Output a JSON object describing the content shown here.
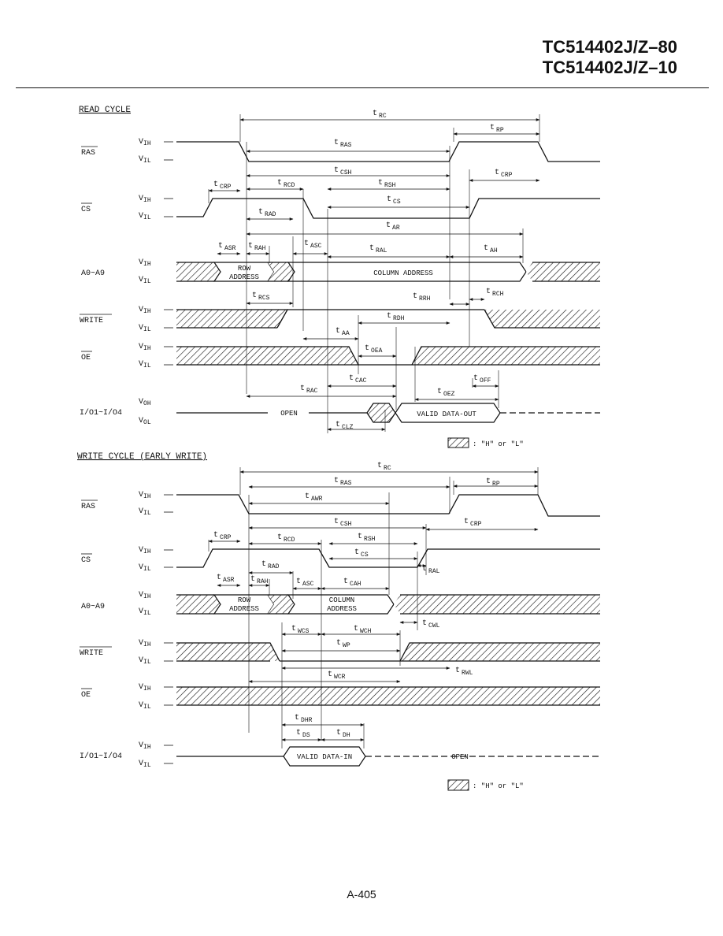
{
  "header": {
    "part_80": "TC514402J/Z–80",
    "part_10": "TC514402J/Z–10",
    "page_number": "A-405"
  },
  "read_cycle": {
    "title": "READ CYCLE",
    "signals": {
      "ras": "RAS",
      "cs": "CS",
      "addr": "A0~A9",
      "write": "WRITE",
      "oe": "OE",
      "io": "I/O1~I/O4"
    },
    "levels": {
      "vih": "V",
      "vih_sub": "IH",
      "vil": "V",
      "vil_sub": "IL",
      "voh": "V",
      "voh_sub": "OH",
      "vol": "V",
      "vol_sub": "OL"
    },
    "labels": {
      "row_address_1": "ROW",
      "row_address_2": "ADDRESS",
      "column_address": "COLUMN ADDRESS",
      "open": "OPEN",
      "valid_data_out": "VALID DATA-OUT"
    },
    "params": [
      {
        "t": "t",
        "s": "RC"
      },
      {
        "t": "t",
        "s": "RP"
      },
      {
        "t": "t",
        "s": "RAS"
      },
      {
        "t": "t",
        "s": "CSH"
      },
      {
        "t": "t",
        "s": "CRP"
      },
      {
        "t": "t",
        "s": "CRP"
      },
      {
        "t": "t",
        "s": "RCD"
      },
      {
        "t": "t",
        "s": "RSH"
      },
      {
        "t": "t",
        "s": "CS"
      },
      {
        "t": "t",
        "s": "RAD"
      },
      {
        "t": "t",
        "s": "AR"
      },
      {
        "t": "t",
        "s": "ASR"
      },
      {
        "t": "t",
        "s": "RAH"
      },
      {
        "t": "t",
        "s": "ASC"
      },
      {
        "t": "t",
        "s": "RAL"
      },
      {
        "t": "t",
        "s": "AH"
      },
      {
        "t": "t",
        "s": "RCS"
      },
      {
        "t": "t",
        "s": "RRH"
      },
      {
        "t": "t",
        "s": "RCH"
      },
      {
        "t": "t",
        "s": "RDH"
      },
      {
        "t": "t",
        "s": "AA"
      },
      {
        "t": "t",
        "s": "OEA"
      },
      {
        "t": "t",
        "s": "CAC"
      },
      {
        "t": "t",
        "s": "OFF"
      },
      {
        "t": "t",
        "s": "RAC"
      },
      {
        "t": "t",
        "s": "OEZ"
      },
      {
        "t": "t",
        "s": "CLZ"
      }
    ],
    "legend": ": \"H\" or \"L\""
  },
  "write_cycle": {
    "title": "WRITE CYCLE (EARLY WRITE)",
    "signals": {
      "ras": "RAS",
      "cs": "CS",
      "addr": "A0~A9",
      "write": "WRITE",
      "oe": "OE",
      "io": "I/O1~I/O4"
    },
    "labels": {
      "row_address_1": "ROW",
      "row_address_2": "ADDRESS",
      "column_address_1": "COLUMN",
      "column_address_2": "ADDRESS",
      "valid_data_in": "VALID DATA-IN",
      "open": "OPEN"
    },
    "params": [
      {
        "t": "t",
        "s": "RC"
      },
      {
        "t": "t",
        "s": "RAS"
      },
      {
        "t": "t",
        "s": "RP"
      },
      {
        "t": "t",
        "s": "AWR"
      },
      {
        "t": "t",
        "s": "CSH"
      },
      {
        "t": "t",
        "s": "CRP"
      },
      {
        "t": "t",
        "s": "CRP"
      },
      {
        "t": "t",
        "s": "RCD"
      },
      {
        "t": "t",
        "s": "RSH"
      },
      {
        "t": "t",
        "s": "CS"
      },
      {
        "t": "t",
        "s": "RAD"
      },
      {
        "t": "t",
        "s": "RAL"
      },
      {
        "t": "t",
        "s": "ASR"
      },
      {
        "t": "t",
        "s": "RAH"
      },
      {
        "t": "t",
        "s": "ASC"
      },
      {
        "t": "t",
        "s": "CAH"
      },
      {
        "t": "t",
        "s": "WCS"
      },
      {
        "t": "t",
        "s": "WCH"
      },
      {
        "t": "t",
        "s": "CWL"
      },
      {
        "t": "t",
        "s": "WP"
      },
      {
        "t": "t",
        "s": "RWL"
      },
      {
        "t": "t",
        "s": "WCR"
      },
      {
        "t": "t",
        "s": "DHR"
      },
      {
        "t": "t",
        "s": "DS"
      },
      {
        "t": "t",
        "s": "DH"
      }
    ],
    "legend": ": \"H\" or \"L\""
  }
}
